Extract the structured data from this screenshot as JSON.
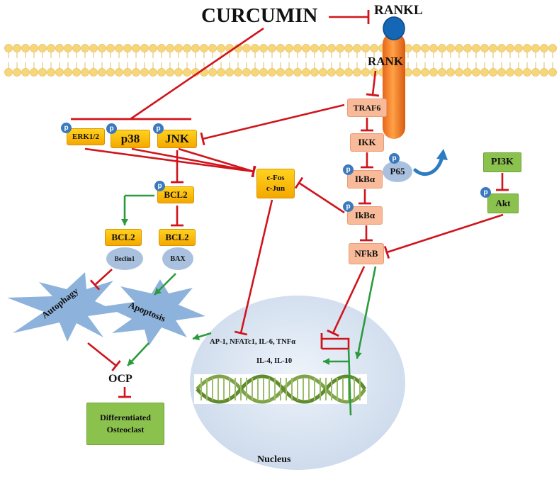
{
  "labels": {
    "curcumin": "CURCUMIN",
    "rankl": "RANKL",
    "rank": "RANK",
    "traf6": "TRAF6",
    "ikk": "IKK",
    "p65": "P65",
    "ikba1": "IkBα",
    "ikba2": "IkBα",
    "nfkb": "NFkB",
    "pi3k": "PI3K",
    "akt": "Akt",
    "erk": "ERK1/2",
    "p38": "p38",
    "jnk": "JNK",
    "cfos": "c-Fos",
    "cjun": "c-Jun",
    "bcl2_top": "BCL2",
    "bcl2_left": "BCL2",
    "bcl2_right": "BCL2",
    "beclin1": "Beclin1",
    "bax": "BAX",
    "autophagy": "Autophagy",
    "apoptosis": "Apoptosis",
    "ocp": "OCP",
    "differentiated_line1": "Differentiated",
    "differentiated_line2": "Osteoclast",
    "genes1": "AP-1,  NFATc1,  IL-6, TNFα",
    "genes2": "IL-4, IL-10",
    "nucleus": "Nucleus",
    "phospho": "p"
  },
  "colors": {
    "inhibit": "#d0141c",
    "activate": "#2b9a3c",
    "receptor": "#f07d1e",
    "rankl_ball": "#1566b5",
    "membrane_head": "#f6d679",
    "nucleus": "#dce6f2"
  }
}
